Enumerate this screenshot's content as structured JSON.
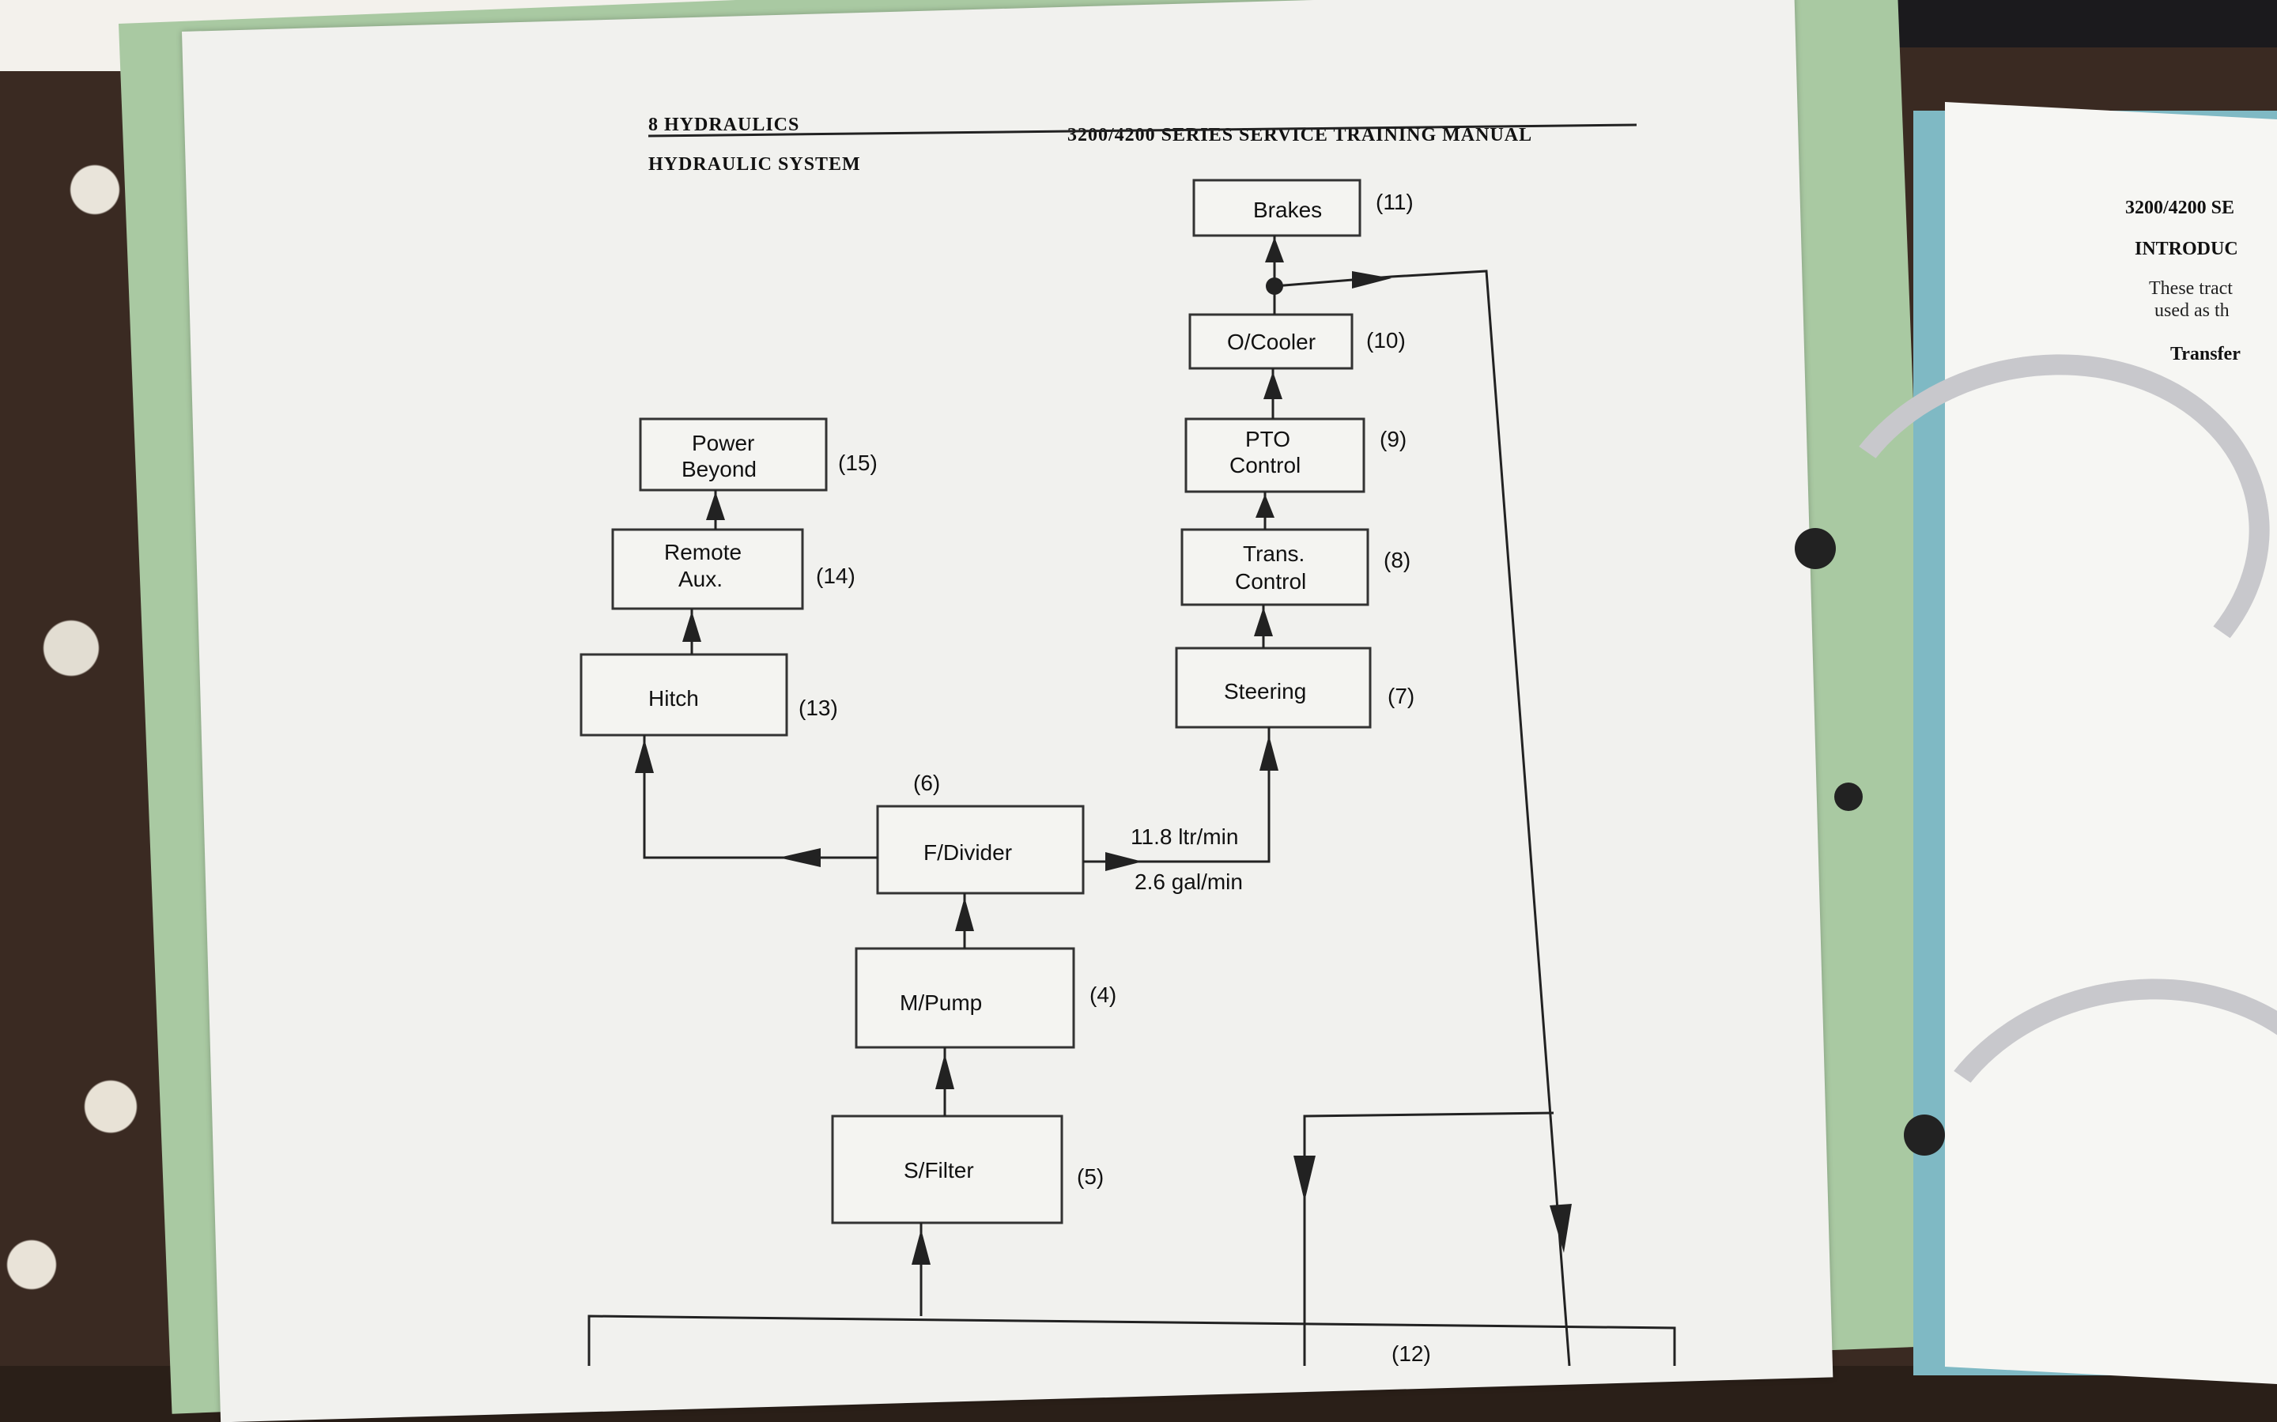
{
  "header": {
    "left": "8 HYDRAULICS",
    "right": "3200/4200 SERIES SERVICE TRAINING MANUAL",
    "section": "HYDRAULIC SYSTEM"
  },
  "boxes": {
    "brakes": "Brakes",
    "ocooler": "O/Cooler",
    "pto_1": "PTO",
    "pto_2": "Control",
    "trans_1": "Trans.",
    "trans_2": "Control",
    "steering": "Steering",
    "power_1": "Power",
    "power_2": "Beyond",
    "remote_1": "Remote",
    "remote_2": "Aux.",
    "hitch": "Hitch",
    "fdivider": "F/Divider",
    "mpump": "M/Pump",
    "sfilter": "S/Filter"
  },
  "numbers": {
    "n4": "(4)",
    "n5": "(5)",
    "n6": "(6)",
    "n7": "(7)",
    "n8": "(8)",
    "n9": "(9)",
    "n10": "(10)",
    "n11": "(11)",
    "n12": "(12)",
    "n13": "(13)",
    "n14": "(14)",
    "n15": "(15)"
  },
  "flow": {
    "ltr": "11.8 ltr/min",
    "gal": "2.6 gal/min"
  },
  "adjacent_page": {
    "header": "3200/4200 SE",
    "section": "INTRODUC",
    "line1": "These tract",
    "line2": "used as th",
    "subhead": "Transfer"
  }
}
